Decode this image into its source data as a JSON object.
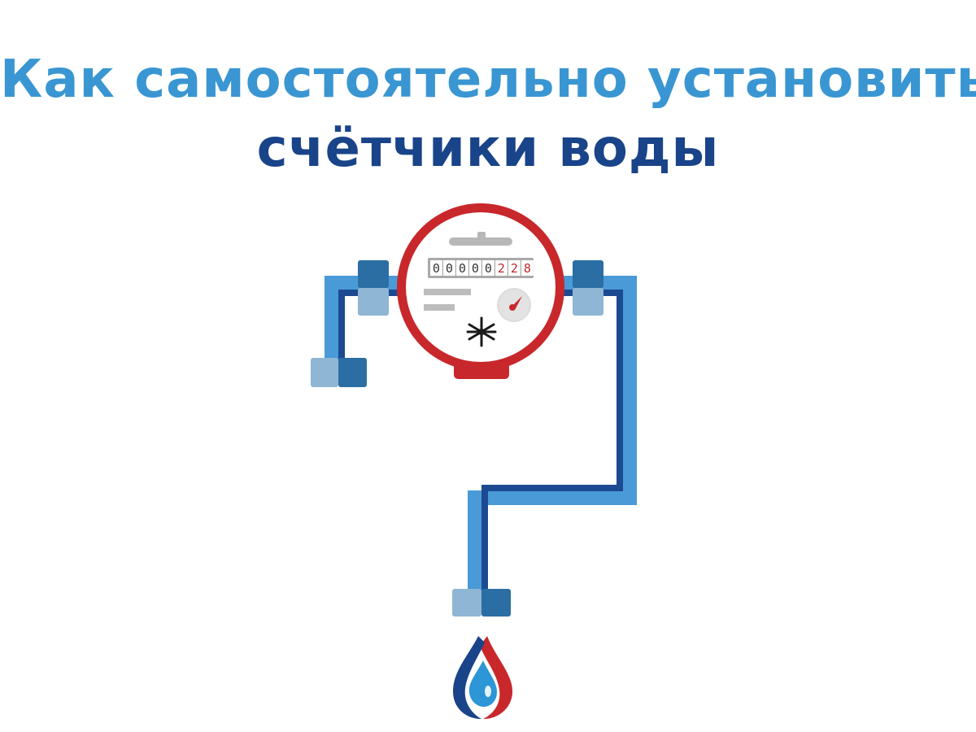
{
  "title": {
    "line1": "Как самостоятельно установить",
    "line2": "счётчики воды"
  },
  "meter": {
    "digits": [
      "0",
      "0",
      "0",
      "0",
      "0",
      "2",
      "2",
      "8"
    ],
    "red_digit_count": 3
  },
  "colors": {
    "title_light_blue": "#3a96d2",
    "title_dark_blue": "#1a4489",
    "pipe_light": "#4a9ad8",
    "pipe_dark": "#1c4a92",
    "fitting_light": "#8fb6d4",
    "fitting_dark": "#2b6ea4",
    "meter_ring": "#c8282b",
    "digit_red": "#c0282b",
    "digit_dark": "#333333"
  },
  "icons": [
    "water-meter-icon",
    "impeller-icon",
    "dial-gauge-icon",
    "water-drop-logo-icon"
  ]
}
